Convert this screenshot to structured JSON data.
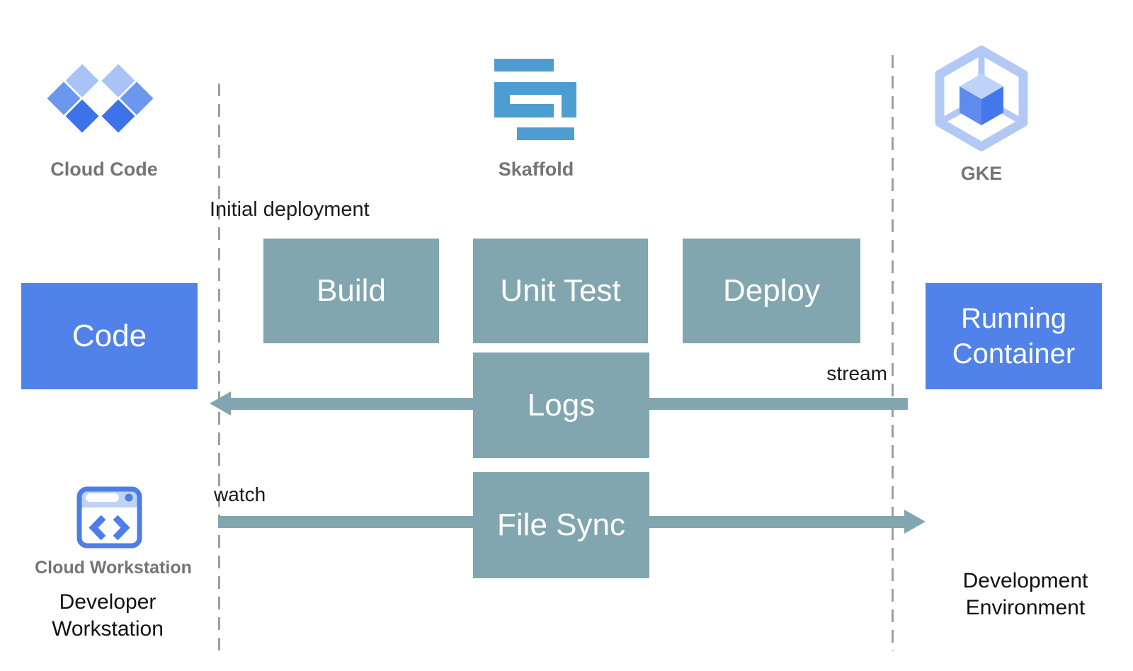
{
  "icons": {
    "cloud_code_label": "Cloud Code",
    "skaffold_label": "Skaffold",
    "gke_label": "GKE",
    "cloud_workstation_label": "Cloud Workstation"
  },
  "boxes": {
    "code": "Code",
    "build": "Build",
    "unit_test": "Unit Test",
    "deploy": "Deploy",
    "logs": "Logs",
    "file_sync": "File Sync",
    "running_container_line1": "Running",
    "running_container_line2": "Container"
  },
  "annotations": {
    "initial_deployment": "Initial deployment",
    "watch": "watch",
    "stream": "stream"
  },
  "zones": {
    "developer_workstation_line1": "Developer",
    "developer_workstation_line2": "Workstation",
    "development_environment_line1": "Development",
    "development_environment_line2": "Environment"
  },
  "colors": {
    "blue_box": "#5182e9",
    "teal_box": "#82a6af",
    "arrow": "#82a6af",
    "dashed_line": "#9e9e9e",
    "gray_label": "#757575",
    "black_text": "#1a1a1a",
    "skaffold_blue": "#4d9dd2",
    "gcp_blue_dark": "#3e72e8",
    "gcp_blue_medium": "#6b97ee",
    "gcp_blue_light": "#a8c3f5",
    "gke_hex_outline": "#b3c9f5",
    "workstation_blue": "#4c7de9",
    "workstation_header": "#bfd3f8"
  }
}
